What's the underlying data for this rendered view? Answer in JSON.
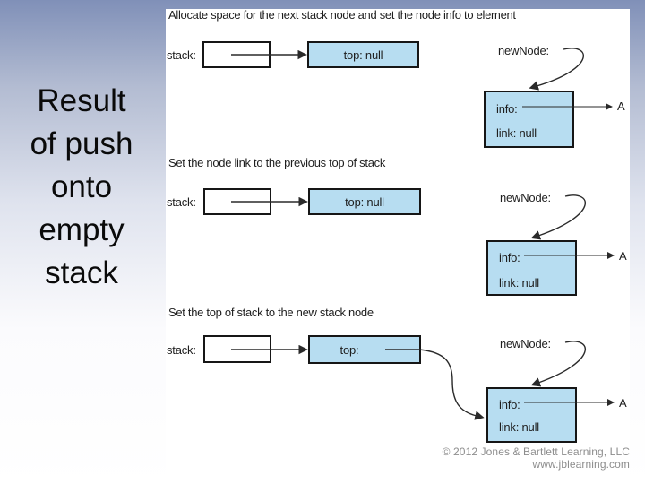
{
  "slide": {
    "title": "Result of push onto empty stack",
    "title_lines": [
      "Result",
      "of push",
      "onto",
      "empty",
      "stack"
    ],
    "footer": {
      "line1": "© 2012 Jones & Bartlett Learning, LLC",
      "line2": "www.jblearning.com"
    }
  },
  "colors": {
    "node_fill": "#b7ddf1",
    "node_border": "#161616",
    "bg_top": "#8090b8"
  },
  "panels": [
    {
      "caption": "Allocate space for the next stack node and set the node info to element",
      "stack_label": "stack:",
      "top_node_text": "top: null",
      "new_node_label": "newNode:",
      "info_label": "info:",
      "link_label": "link: null",
      "info_target": "A"
    },
    {
      "caption": "Set the node link to the previous top of stack",
      "stack_label": "stack:",
      "top_node_text": "top: null",
      "new_node_label": "newNode:",
      "info_label": "info:",
      "link_label": "link: null",
      "info_target": "A"
    },
    {
      "caption": "Set the top of stack to the new stack node",
      "stack_label": "stack:",
      "top_node_text": "top:",
      "new_node_label": "newNode:",
      "info_label": "info:",
      "link_label": "link: null",
      "info_target": "A"
    }
  ]
}
